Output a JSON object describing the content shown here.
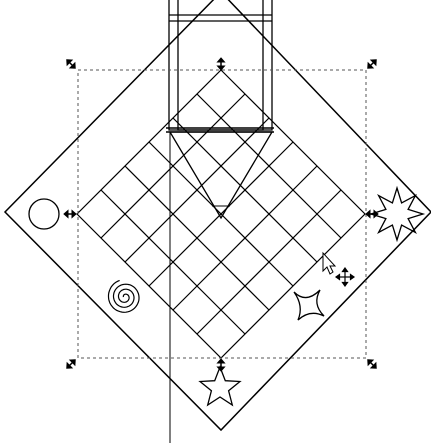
{
  "canvas": {
    "background": "#ffffff",
    "stroke_color": "#000000",
    "selection_box_color": "#555555"
  },
  "objects": {
    "main_diamond": {
      "kind": "rotated-square-board"
    },
    "grid": {
      "kind": "diamond-grid",
      "cells_per_side": 6
    },
    "tower": {
      "kind": "vertical-rectangles"
    },
    "triangle": {
      "kind": "downward-triangle"
    },
    "circle": {
      "kind": "circle"
    },
    "spiral": {
      "kind": "spiral"
    },
    "star_right": {
      "kind": "star",
      "points": 8
    },
    "star_bottom": {
      "kind": "star",
      "points": 5
    },
    "star_small": {
      "kind": "star",
      "points": 4
    }
  },
  "selection": {
    "handles": [
      "scale-nw-icon",
      "scale-n-icon",
      "scale-ne-icon",
      "scale-w-icon",
      "scale-e-icon",
      "scale-sw-icon",
      "scale-s-icon",
      "scale-se-icon"
    ]
  },
  "cursor": {
    "icon": "move-cursor-icon"
  }
}
